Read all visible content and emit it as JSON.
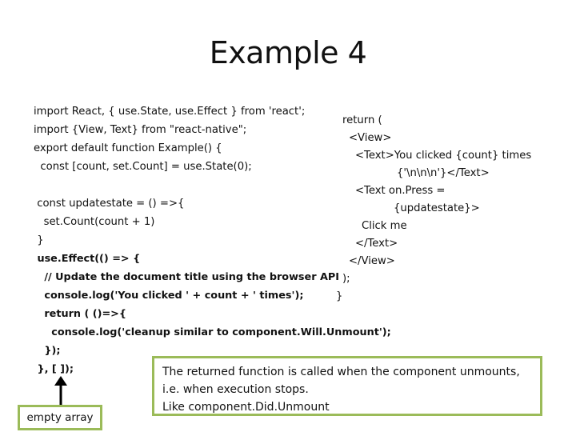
{
  "slide": {
    "title": "Example 4",
    "left_code": [
      "import React, { use.State, use.Effect } from 'react';",
      "import {View, Text} from \"react-native\";",
      "export default function Example() {",
      "  const [count, set.Count] = use.State(0);",
      " const updatestate = () =>{",
      "   set.Count(count + 1)",
      " }",
      " use.Effect(() => {",
      "   // Update the document title using the browser API",
      "   console.log('You clicked ' + count + ' times');",
      "   return ( ()=>{",
      "     console.log('cleanup similar to component.Will.Unmount');",
      "   });",
      " }, [ ]);"
    ],
    "right_code": [
      "return (",
      "<View>",
      "<Text>You clicked {count} times",
      "{'\\n\\n\\n'}</Text>",
      "<Text on.Press =",
      "{updatestate}>",
      "Click me",
      "</Text>",
      "</View>",
      ");",
      "}"
    ],
    "callout": [
      "The returned function is called when the component unmounts,",
      "i.e. when execution stops.",
      "Like component.Did.Unmount"
    ],
    "arrow_label": "empty array"
  }
}
